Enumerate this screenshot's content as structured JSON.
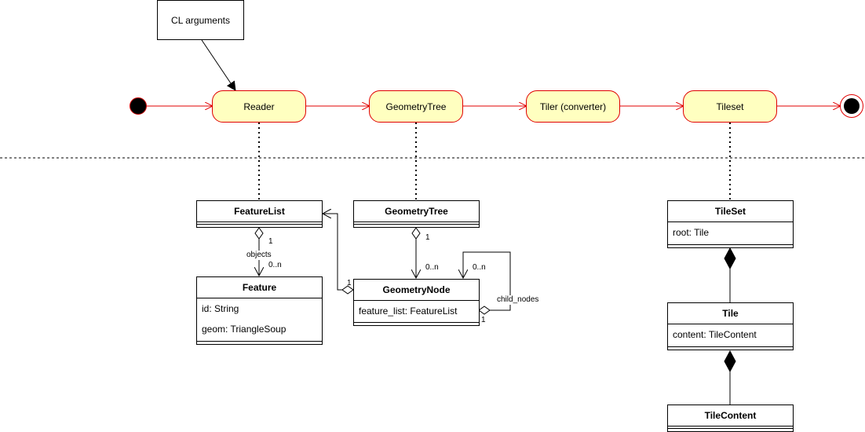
{
  "note": {
    "label": "CL arguments"
  },
  "flow": {
    "reader": "Reader",
    "geometry_tree": "GeometryTree",
    "tiler": "Tiler (converter)",
    "tileset": "Tileset"
  },
  "classes": {
    "feature_list": {
      "name": "FeatureList"
    },
    "feature": {
      "name": "Feature",
      "attrs": [
        "id: String",
        "geom: TriangleSoup"
      ]
    },
    "geometry_tree": {
      "name": "GeometryTree"
    },
    "geometry_node": {
      "name": "GeometryNode",
      "attrs": [
        "feature_list: FeatureList"
      ]
    },
    "tile_set": {
      "name": "TileSet",
      "attrs": [
        "root: Tile"
      ]
    },
    "tile": {
      "name": "Tile",
      "attrs": [
        "content: TileContent"
      ]
    },
    "tile_content": {
      "name": "TileContent"
    }
  },
  "labels": {
    "objects": "objects",
    "fl_mult_1": "1",
    "fl_mult_0n": "0..n",
    "gt_mult_1": "1",
    "gt_mult_0n": "0..n",
    "self_0n": "0..n",
    "child_nodes": "child_nodes",
    "self_1": "1",
    "gn_fl_1": "1"
  },
  "colors": {
    "flow_line": "#e00000",
    "pill_fill": "#ffffc0",
    "pill_border": "#e00000"
  }
}
